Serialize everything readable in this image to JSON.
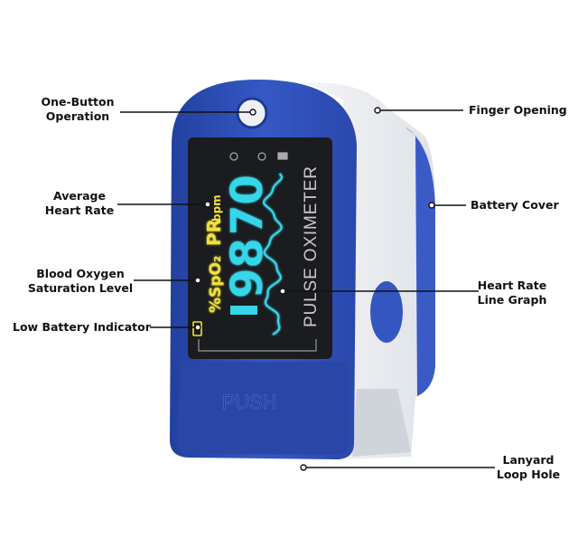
{
  "callouts": {
    "one_button": [
      "One-Button",
      "Operation"
    ],
    "finger_opening": "Finger Opening",
    "avg_heart_rate": [
      "Average",
      "Heart Rate"
    ],
    "battery_cover": "Battery Cover",
    "blood_oxygen": [
      "Blood Oxygen",
      "Saturation Level"
    ],
    "heart_rate_graph": [
      "Heart Rate",
      "Line Graph"
    ],
    "low_battery": "Low Battery Indicator",
    "lanyard": [
      "Lanyard",
      "Loop Hole"
    ]
  },
  "display": {
    "pr_label": "PR",
    "pr_unit": "bpm",
    "spo2_label": "%SpO₂",
    "spo2_value": "98",
    "pr_value": "70",
    "brand_text": "PULSE OXIMETER"
  },
  "device": {
    "push_label": "PUSH"
  },
  "colors": {
    "body": "#2f4fb3",
    "screen": "#1a1c1f",
    "yellow": "#f2e23a",
    "cyan": "#35d6e8"
  }
}
